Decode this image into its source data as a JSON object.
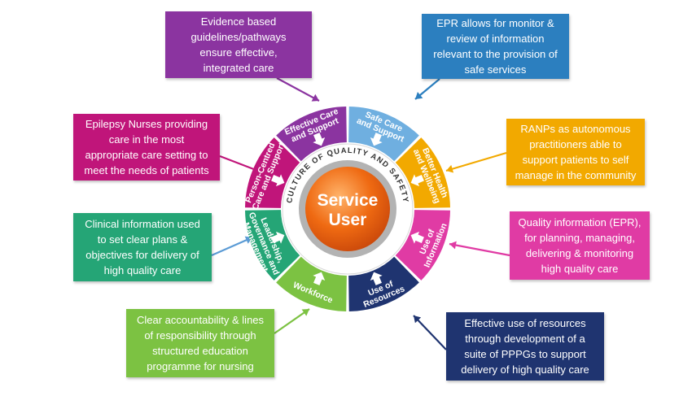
{
  "center": {
    "line1": "Service",
    "line2": "User"
  },
  "ring_text": "CULTURE OF QUALITY AND SAFETY",
  "segments": [
    {
      "lines": [
        "Safe Care",
        "and Support"
      ],
      "color": "#6FAFE0"
    },
    {
      "lines": [
        "Better Health",
        "and Wellbeing"
      ],
      "color": "#F2A900"
    },
    {
      "lines": [
        "Use of",
        "Information"
      ],
      "color": "#E03BA4"
    },
    {
      "lines": [
        "Use of",
        "Resources"
      ],
      "color": "#1F3470"
    },
    {
      "lines": [
        "Workforce"
      ],
      "color": "#7CC242"
    },
    {
      "lines": [
        "Leadership,",
        "Governance and",
        "Management"
      ],
      "color": "#25A576"
    },
    {
      "lines": [
        "Person-Centred",
        "Care and Support"
      ],
      "color": "#C0157A"
    },
    {
      "lines": [
        "Effective Care",
        "and Support"
      ],
      "color": "#8B34A0"
    }
  ],
  "boxes": [
    {
      "id": "evidence",
      "lines": [
        "Evidence based",
        "guidelines/pathways",
        "ensure effective,",
        "integrated care"
      ],
      "color": "#8B34A0"
    },
    {
      "id": "epr",
      "lines": [
        "EPR allows for monitor &",
        "review of information",
        "relevant to the provision of",
        "safe services"
      ],
      "color": "#2C7FBF"
    },
    {
      "id": "epilepsy",
      "lines": [
        "Epilepsy Nurses providing",
        "care in the most",
        "appropriate care setting to",
        "meet the needs of patients"
      ],
      "color": "#C0157A"
    },
    {
      "id": "ranps",
      "lines": [
        "RANPs as autonomous",
        "practitioners able to",
        "support patients to self",
        "manage in the community"
      ],
      "color": "#F2A900"
    },
    {
      "id": "clinical",
      "lines": [
        "Clinical information used",
        "to set clear plans &",
        "objectives for delivery of",
        "high quality care"
      ],
      "color": "#25A576"
    },
    {
      "id": "quality",
      "lines": [
        "Quality information (EPR),",
        "for planning, managing,",
        "delivering & monitoring",
        "high quality care"
      ],
      "color": "#E03BA4"
    },
    {
      "id": "accountability",
      "lines": [
        "Clear accountability & lines",
        "of responsibility through",
        "structured education",
        "programme for nursing"
      ],
      "color": "#7CC242"
    },
    {
      "id": "resources",
      "lines": [
        "Effective use of resources",
        "through development of a",
        "suite of PPPGs to support",
        "delivery of high quality care"
      ],
      "color": "#1F3470"
    }
  ]
}
